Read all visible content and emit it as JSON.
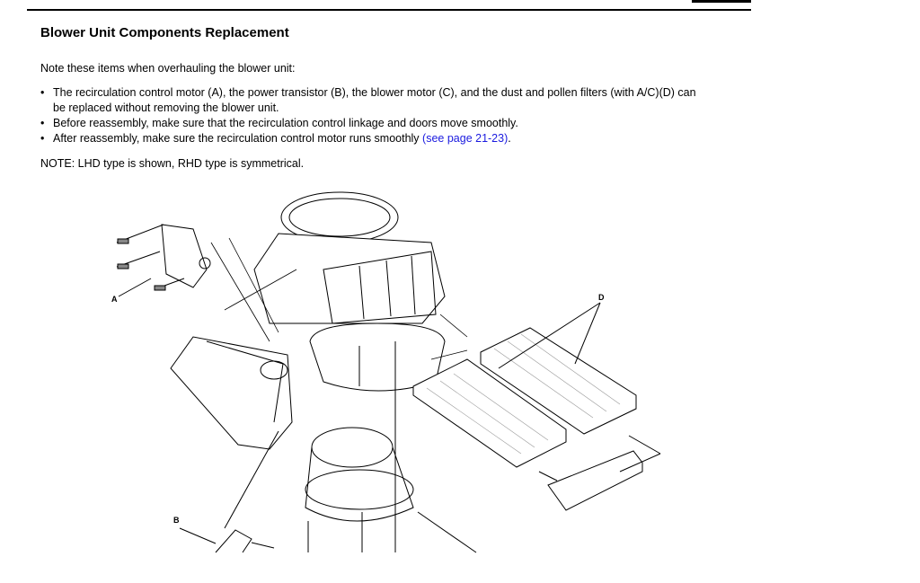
{
  "title": "Blower Unit Components Replacement",
  "intro": "Note these items when overhauling the blower unit:",
  "bullets": [
    {
      "text": "The recirculation control motor (A), the power transistor (B), the blower motor (C), and the dust and pollen filters (with A/C)(D) can be replaced without removing the blower unit."
    },
    {
      "text": "Before reassembly, make sure that the recirculation control linkage and doors move smoothly."
    },
    {
      "text": "After reassembly, make sure the recirculation control motor runs smoothly ",
      "link": "(see page 21-23)",
      "after": "."
    }
  ],
  "note": "NOTE: LHD type is shown, RHD type is symmetrical.",
  "diagram": {
    "labels": {
      "a": "A",
      "b": "B",
      "d": "D"
    }
  }
}
